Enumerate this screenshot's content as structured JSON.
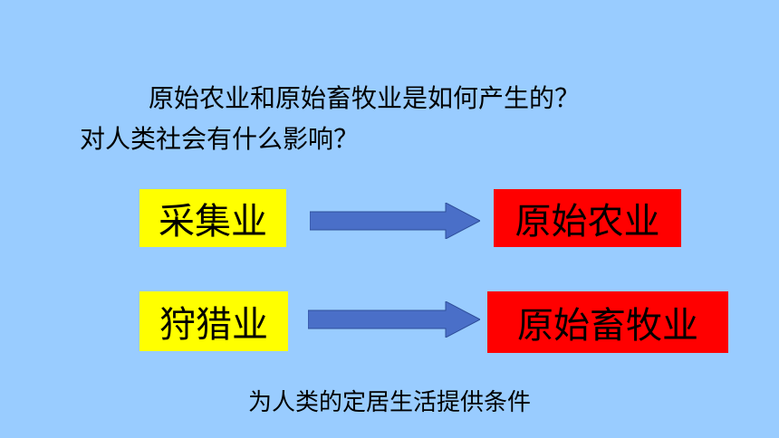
{
  "question": {
    "line1": "原始农业和原始畜牧业是如何产生的？",
    "line2": "对人类社会有什么影响？"
  },
  "flow": {
    "row1": {
      "from": "采集业",
      "to": "原始农业"
    },
    "row2": {
      "from": "狩猎业",
      "to": "原始畜牧业"
    }
  },
  "conclusion": "为人类的定居生活提供条件",
  "colors": {
    "background": "#99ccff",
    "highlight_from": "#ffff00",
    "highlight_to": "#ff0000",
    "arrow": "#4a6fc8"
  },
  "icons": [
    "arrow-right-icon",
    "arrow-right-icon"
  ]
}
